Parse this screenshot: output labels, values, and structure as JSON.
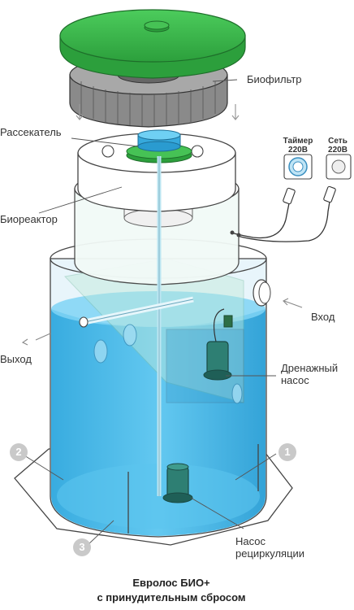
{
  "labels": {
    "biofilter": "Биофильтр",
    "rasseiatel": "Рассекатель",
    "bioreactor": "Биореактор",
    "vhod": "Вход",
    "vyhod": "Выход",
    "drain_pump_1": "Дренажный",
    "drain_pump_2": "насос",
    "recirc_pump_1": "Насос",
    "recirc_pump_2": "рециркуляции"
  },
  "devices": {
    "timer_1": "Таймер",
    "timer_2": "220В",
    "socket_1": "Сеть",
    "socket_2": "220В"
  },
  "markers": [
    "1",
    "2",
    "3"
  ],
  "caption": {
    "line1": "Евролос БИО+",
    "line2": "с принудительным сбросом"
  },
  "colors": {
    "green": "#3cb44b",
    "dark_green": "#238a32",
    "water": "#3ab3e6",
    "filter_gray": "#8a8a8a",
    "marker_gray": "#c9c9c9"
  }
}
